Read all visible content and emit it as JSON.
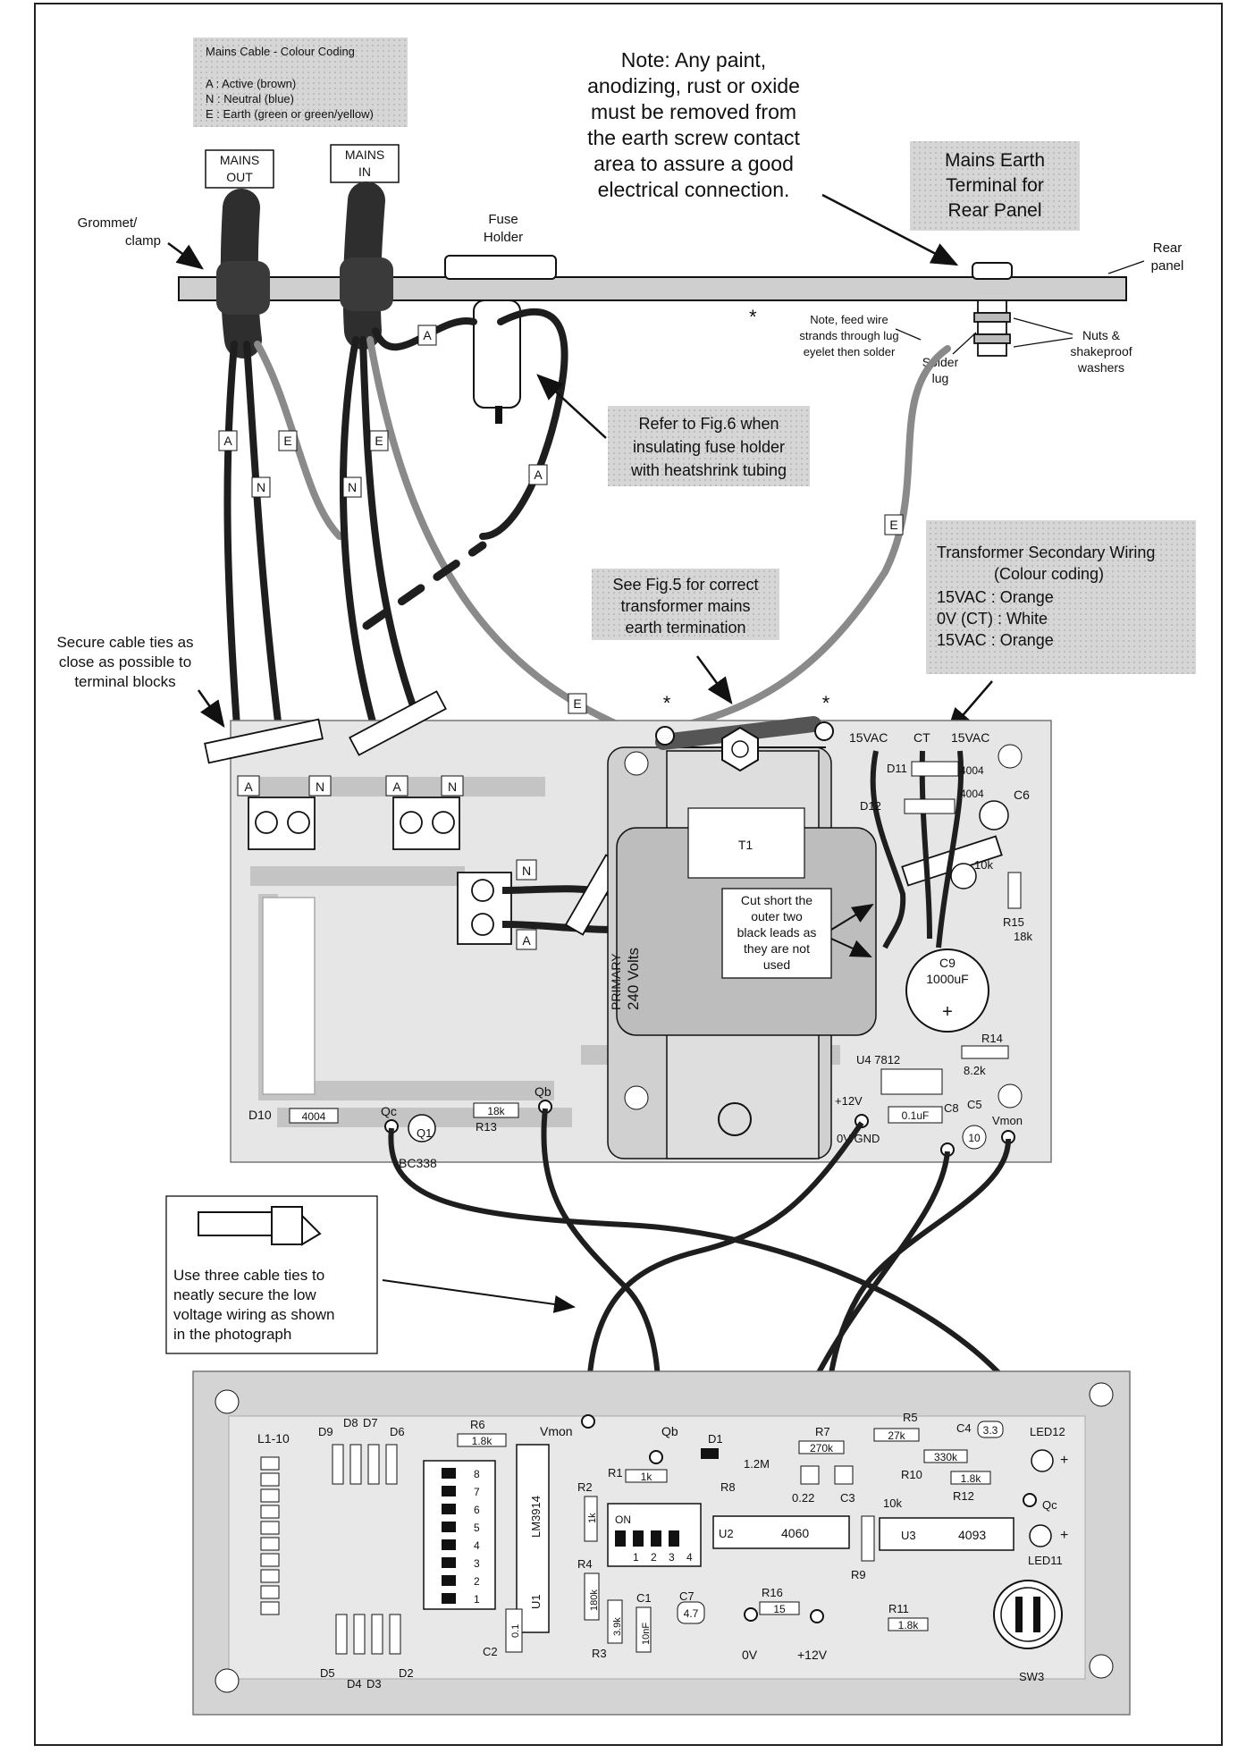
{
  "legend": {
    "title": "Mains Cable - Colour Coding",
    "lines": [
      "A : Active (brown)",
      "N : Neutral (blue)",
      "E : Earth (green or green/yellow)"
    ]
  },
  "note_main": [
    "Note: Any paint,",
    "anodizing, rust or oxide",
    "must be removed from",
    "the earth screw contact",
    "area to assure a good",
    "electrical connection."
  ],
  "mains_earth_box": [
    "Mains Earth",
    "Terminal for",
    "Rear Panel"
  ],
  "tags": {
    "mains_out": [
      "MAINS",
      "OUT"
    ],
    "mains_in": [
      "MAINS",
      "IN"
    ]
  },
  "labels": {
    "grommet": [
      "Grommet/",
      "clamp"
    ],
    "fuse_holder": [
      "Fuse",
      "Holder"
    ],
    "rear_panel": [
      "Rear",
      "panel"
    ],
    "feed_note": [
      "Note, feed wire",
      "strands through lug",
      "eyelet then solder"
    ],
    "solder_lug": [
      "Solder",
      "lug"
    ],
    "nuts": [
      "Nuts &",
      "shakeproof",
      "washers"
    ],
    "cable_ties": [
      "Secure cable ties as",
      "close as possible to",
      "terminal blocks"
    ],
    "three_ties": [
      "Use three cable ties to",
      "neatly secure the low",
      "voltage wiring as shown",
      "in the photograph"
    ]
  },
  "refer_box": [
    "Refer to Fig.6 when",
    "insulating fuse holder",
    "with heatshrink tubing"
  ],
  "fig5_box": [
    "See Fig.5 for correct",
    "transformer mains",
    "earth termination"
  ],
  "secondary_box": [
    "Transformer Secondary Wiring",
    "(Colour coding)",
    "15VAC : Orange",
    "0V (CT) : White",
    "15VAC : Orange"
  ],
  "cut_box": [
    "Cut short the",
    "outer two",
    "black leads as",
    "they are not",
    "used"
  ],
  "wire_letters": {
    "A": "A",
    "N": "N",
    "E": "E"
  },
  "psu_board": {
    "t1": "T1",
    "primary": [
      "PRIMARY",
      "240 Volts"
    ],
    "sec_15vac_left": "15VAC",
    "sec_ct": "CT",
    "sec_15vac_right": "15VAC",
    "d11": "D11",
    "d11_val": "4004",
    "d12": "D12",
    "d12_val": "4004",
    "c6": "C6",
    "r_10k": "10k",
    "r15": "R15",
    "r15_val": "18k",
    "c9": "C9",
    "c9_val": "1000uF",
    "r14": "R14",
    "r14_val": "8.2k",
    "u4": "U4  7812",
    "plus12": "+12V",
    "c8": "C8",
    "c8_val": "0.1uF",
    "c5": "C5",
    "c5_val": "10",
    "vmon": "Vmon",
    "gnd": "0V/GND",
    "d10": "D10",
    "d10_val": "4004",
    "qc": "Qc",
    "r13_val": "18k",
    "r13": "R13",
    "qb": "Qb",
    "q1": "Q1",
    "bc338": "BC338"
  },
  "ctrl_board": {
    "l1_10": "L1-10",
    "d9": "D9",
    "d8": "D8",
    "d7": "D7",
    "d6": "D6",
    "d5": "D5",
    "d4": "D4",
    "d3": "D3",
    "d2": "D2",
    "r6": "R6",
    "r6_val": "1.8k",
    "vmon": "Vmon",
    "qb": "Qb",
    "d1": "D1",
    "r1": "R1",
    "r1_val": "1k",
    "r2": "R2",
    "r2_val": "1k",
    "r4": "R4",
    "r4_val": "180k",
    "r3": "R3",
    "r3_val": "3.9k",
    "c1": "C1",
    "c1_val": "10nF",
    "lm3914": "LM3914",
    "u1": "U1",
    "c2": "C2",
    "c2_val": "0.1",
    "switch_on": "ON",
    "switch_nums": [
      "1",
      "2",
      "3",
      "4"
    ],
    "dip_nums": [
      "8",
      "7",
      "6",
      "5",
      "4",
      "3",
      "2",
      "1"
    ],
    "c7": "C7",
    "c7_val": "4.7",
    "r16": "R16",
    "r16_val": "15",
    "r7": "R7",
    "r7_val": "270k",
    "r8": "R8",
    "r8_val": "1.2M",
    "c022": "0.22",
    "c3": "C3",
    "r5": "R5",
    "r5_val": "27k",
    "c4": "C4",
    "c4_val": "3.3",
    "r10": "R10",
    "r10_val": "330k",
    "r12": "R12",
    "r12_val": "1.8k",
    "led12": "LED12",
    "led11": "LED11",
    "qc": "Qc",
    "u2": "U2",
    "u2_val": "4060",
    "u3": "U3",
    "u3_val": "4093",
    "r9_10k": "10k",
    "r9": "R9",
    "r11": "R11",
    "r11_val": "1.8k",
    "zero_v": "0V",
    "plus12": "+12V",
    "sw3": "SW3"
  },
  "colors": {
    "shade": "#c9c9c9",
    "board": "#dcdcdc",
    "wire": "#1e1e1e",
    "earth_wire": "#8a8a8a"
  }
}
